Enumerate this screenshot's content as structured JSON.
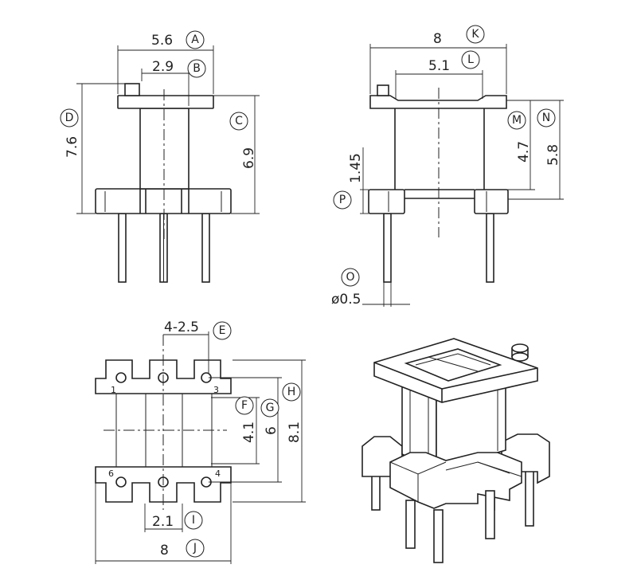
{
  "dimensions": {
    "A": "5.6",
    "B": "2.9",
    "C": "6.9",
    "D": "7.6",
    "E": "4-2.5",
    "F": "4.1",
    "G": "6",
    "H": "8.1",
    "I": "2.1",
    "J": "8",
    "K": "8",
    "L": "5.1",
    "M": "4.7",
    "N": "5.8",
    "O": "ø0.5",
    "P": "1.45"
  },
  "labels": {
    "A": "A",
    "B": "B",
    "C": "C",
    "D": "D",
    "E": "E",
    "F": "F",
    "G": "G",
    "H": "H",
    "I": "I",
    "J": "J",
    "K": "K",
    "L": "L",
    "M": "M",
    "N": "N",
    "O": "O",
    "P": "P"
  },
  "pins": {
    "p1": "1",
    "p3": "3",
    "p4": "4",
    "p6": "6"
  },
  "colors": {
    "ink": "#222222",
    "paper": "#ffffff"
  }
}
